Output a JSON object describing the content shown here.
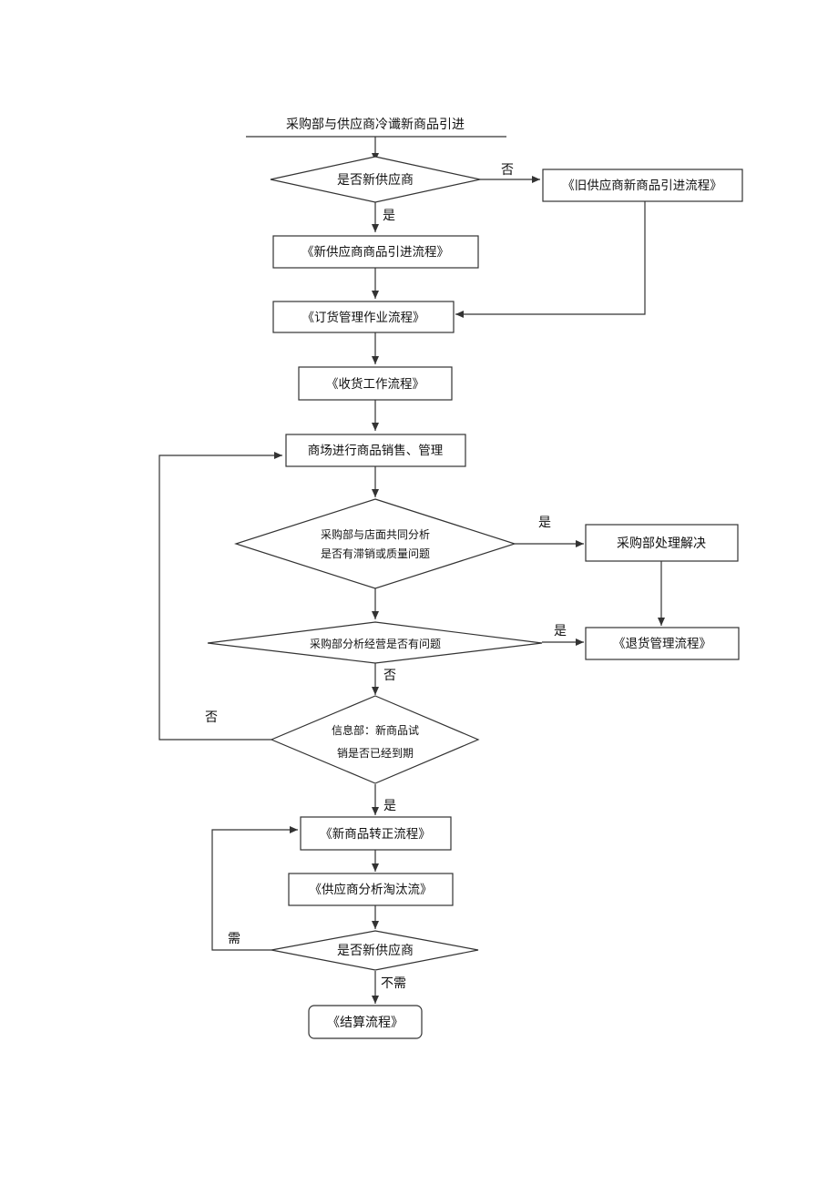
{
  "title": "采购部与供应商冷谶新商品引进",
  "nodes": {
    "d1": "是否新供应商",
    "old_supplier": "《旧供应商新商品引进流程》",
    "new_supplier": "《新供应商商品引进流程》",
    "order": "《订货管理作业流程》",
    "receiving": "《收货工作流程》",
    "sales": "商场进行商品销售、管理",
    "d2_line1": "采购部与店面共同分析",
    "d2_line2": "是否有滞销或质量问题",
    "purchasing_handle": "采购部处理解决",
    "d3": "采购部分析经营是否有问题",
    "returns": "《退货管理流程》",
    "d4_line1": "信息部：新商品试",
    "d4_line2": "销是否已经到期",
    "to_regular": "《新商品转正流程》",
    "supplier_analysis": "《供应商分析淘汰流》",
    "d5": "是否新供应商",
    "settlement": "《结算流程》"
  },
  "labels": {
    "d1_no": "否",
    "d1_yes": "是",
    "d2_yes": "是",
    "d3_yes": "是",
    "d3_no": "否",
    "d4_no": "否",
    "d4_yes": "是",
    "d5_need": "需",
    "d5_noneed": "不需"
  }
}
